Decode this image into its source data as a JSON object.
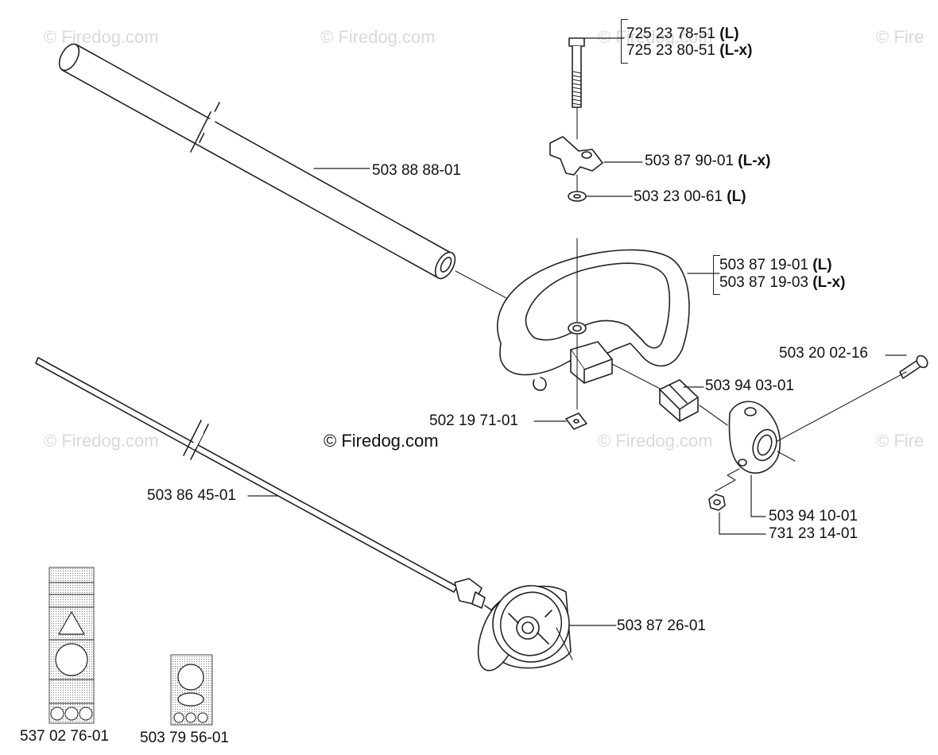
{
  "watermarks": {
    "faint": "© Firedog.com",
    "faint_cut": "© Fire",
    "main": "© Firedog.com"
  },
  "parts": {
    "bolt": {
      "line1_num": "725 23 78-51",
      "line1_suffix": "(L)",
      "line2_num": "725 23 80-51",
      "line2_suffix": "(L-x)"
    },
    "tube": {
      "num": "503 88 88-01"
    },
    "wing_knob": {
      "num": "503 87 90-01",
      "suffix": "(L-x)"
    },
    "washer": {
      "num": "503 23 00-61",
      "suffix": "(L)"
    },
    "handle": {
      "line1_num": "503 87 19-01",
      "line1_suffix": "(L)",
      "line2_num": "503 87 19-03",
      "line2_suffix": "(L-x)"
    },
    "screw": {
      "num": "503 20 02-16"
    },
    "clamp_block": {
      "num": "503 94 03-01"
    },
    "square_nut": {
      "num": "502 19 71-01"
    },
    "drive_shaft": {
      "num": "503 86 45-01"
    },
    "bracket": {
      "num": "503 94 10-01"
    },
    "hex_nut": {
      "num": "731 23 14-01"
    },
    "clutch_drum": {
      "num": "503 87 26-01"
    },
    "decal_large": {
      "num": "537 02 76-01"
    },
    "decal_small": {
      "num": "503 79 56-01"
    }
  }
}
